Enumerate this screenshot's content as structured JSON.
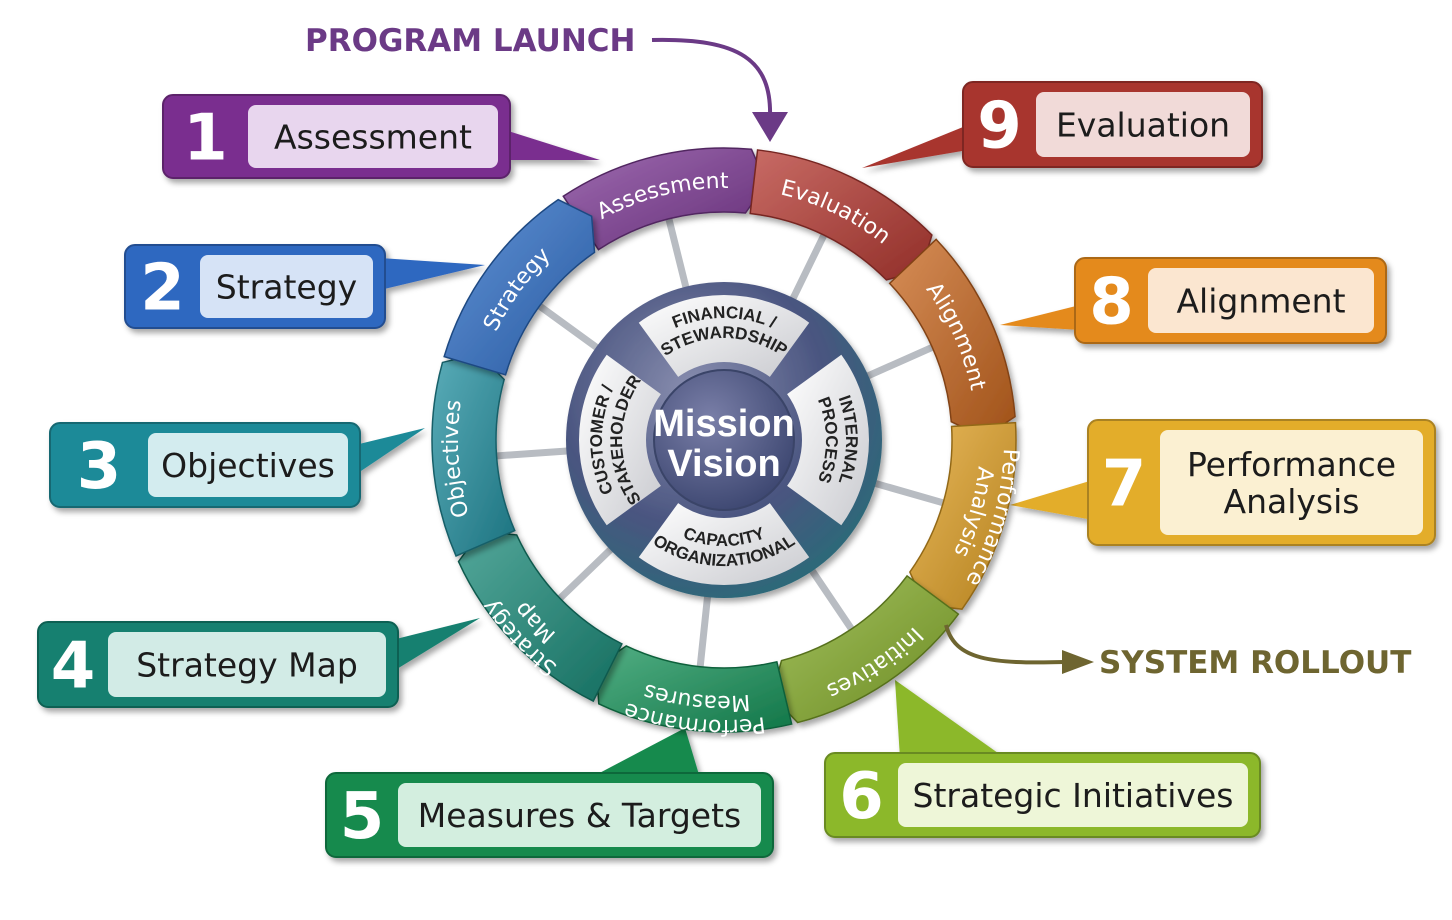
{
  "annotations": {
    "program_launch": {
      "text": "PROGRAM LAUNCH",
      "color": "#6b3a86"
    },
    "system_rollout": {
      "text": "SYSTEM ROLLOUT",
      "color": "#6e6530"
    }
  },
  "core": {
    "line1": "Mission",
    "line2": "Vision"
  },
  "hub_quadrants": [
    {
      "name": "financial",
      "lines": [
        "FINANCIAL /",
        "STEWARDSHIP"
      ]
    },
    {
      "name": "internal-process",
      "lines": [
        "INTERNAL",
        "PROCESS"
      ]
    },
    {
      "name": "organizational-capacity",
      "lines": [
        "CAPACITY",
        "ORGANIZATIONAL"
      ]
    },
    {
      "name": "customer-stakeholder",
      "lines": [
        "CUSTOMER /",
        "STAKEHOLDER"
      ]
    }
  ],
  "ring_segments": [
    {
      "lines": [
        "Assessment"
      ],
      "color": "#7d3a95"
    },
    {
      "lines": [
        "Evaluation"
      ],
      "color": "#b53a32"
    },
    {
      "lines": [
        "Alignment"
      ],
      "color": "#c8671f"
    },
    {
      "lines": [
        "Performance",
        "Analysis"
      ],
      "color": "#e0a024"
    },
    {
      "lines": [
        "Initiatives"
      ],
      "color": "#86ad2a"
    },
    {
      "lines": [
        "Performance",
        "Measures"
      ],
      "color": "#17935a"
    },
    {
      "lines": [
        "Strategy",
        "Map"
      ],
      "color": "#1a8a78"
    },
    {
      "lines": [
        "Objectives"
      ],
      "color": "#2390a0"
    },
    {
      "lines": [
        "Strategy"
      ],
      "color": "#2f6fc8"
    }
  ],
  "steps": [
    {
      "number": "1",
      "lines": [
        "Assessment"
      ],
      "color": "#7a2f8f",
      "light": "#e8d6ee"
    },
    {
      "number": "2",
      "lines": [
        "Strategy"
      ],
      "color": "#2f67c0",
      "light": "#d6e3f6"
    },
    {
      "number": "3",
      "lines": [
        "Objectives"
      ],
      "color": "#1e8a98",
      "light": "#d3ecef"
    },
    {
      "number": "4",
      "lines": [
        "Strategy Map"
      ],
      "color": "#17806f",
      "light": "#d2ebe6"
    },
    {
      "number": "5",
      "lines": [
        "Measures & Targets"
      ],
      "color": "#168a4e",
      "light": "#d3eedf"
    },
    {
      "number": "6",
      "lines": [
        "Strategic Initiatives"
      ],
      "color": "#8cb82a",
      "light": "#eef6d8"
    },
    {
      "number": "7",
      "lines": [
        "Performance",
        "Analysis"
      ],
      "color": "#e3ad2c",
      "light": "#fbf0d2"
    },
    {
      "number": "8",
      "lines": [
        "Alignment"
      ],
      "color": "#e48a1f",
      "light": "#fbe6d0"
    },
    {
      "number": "9",
      "lines": [
        "Evaluation"
      ],
      "color": "#a8352f",
      "light": "#f1dad8"
    }
  ]
}
